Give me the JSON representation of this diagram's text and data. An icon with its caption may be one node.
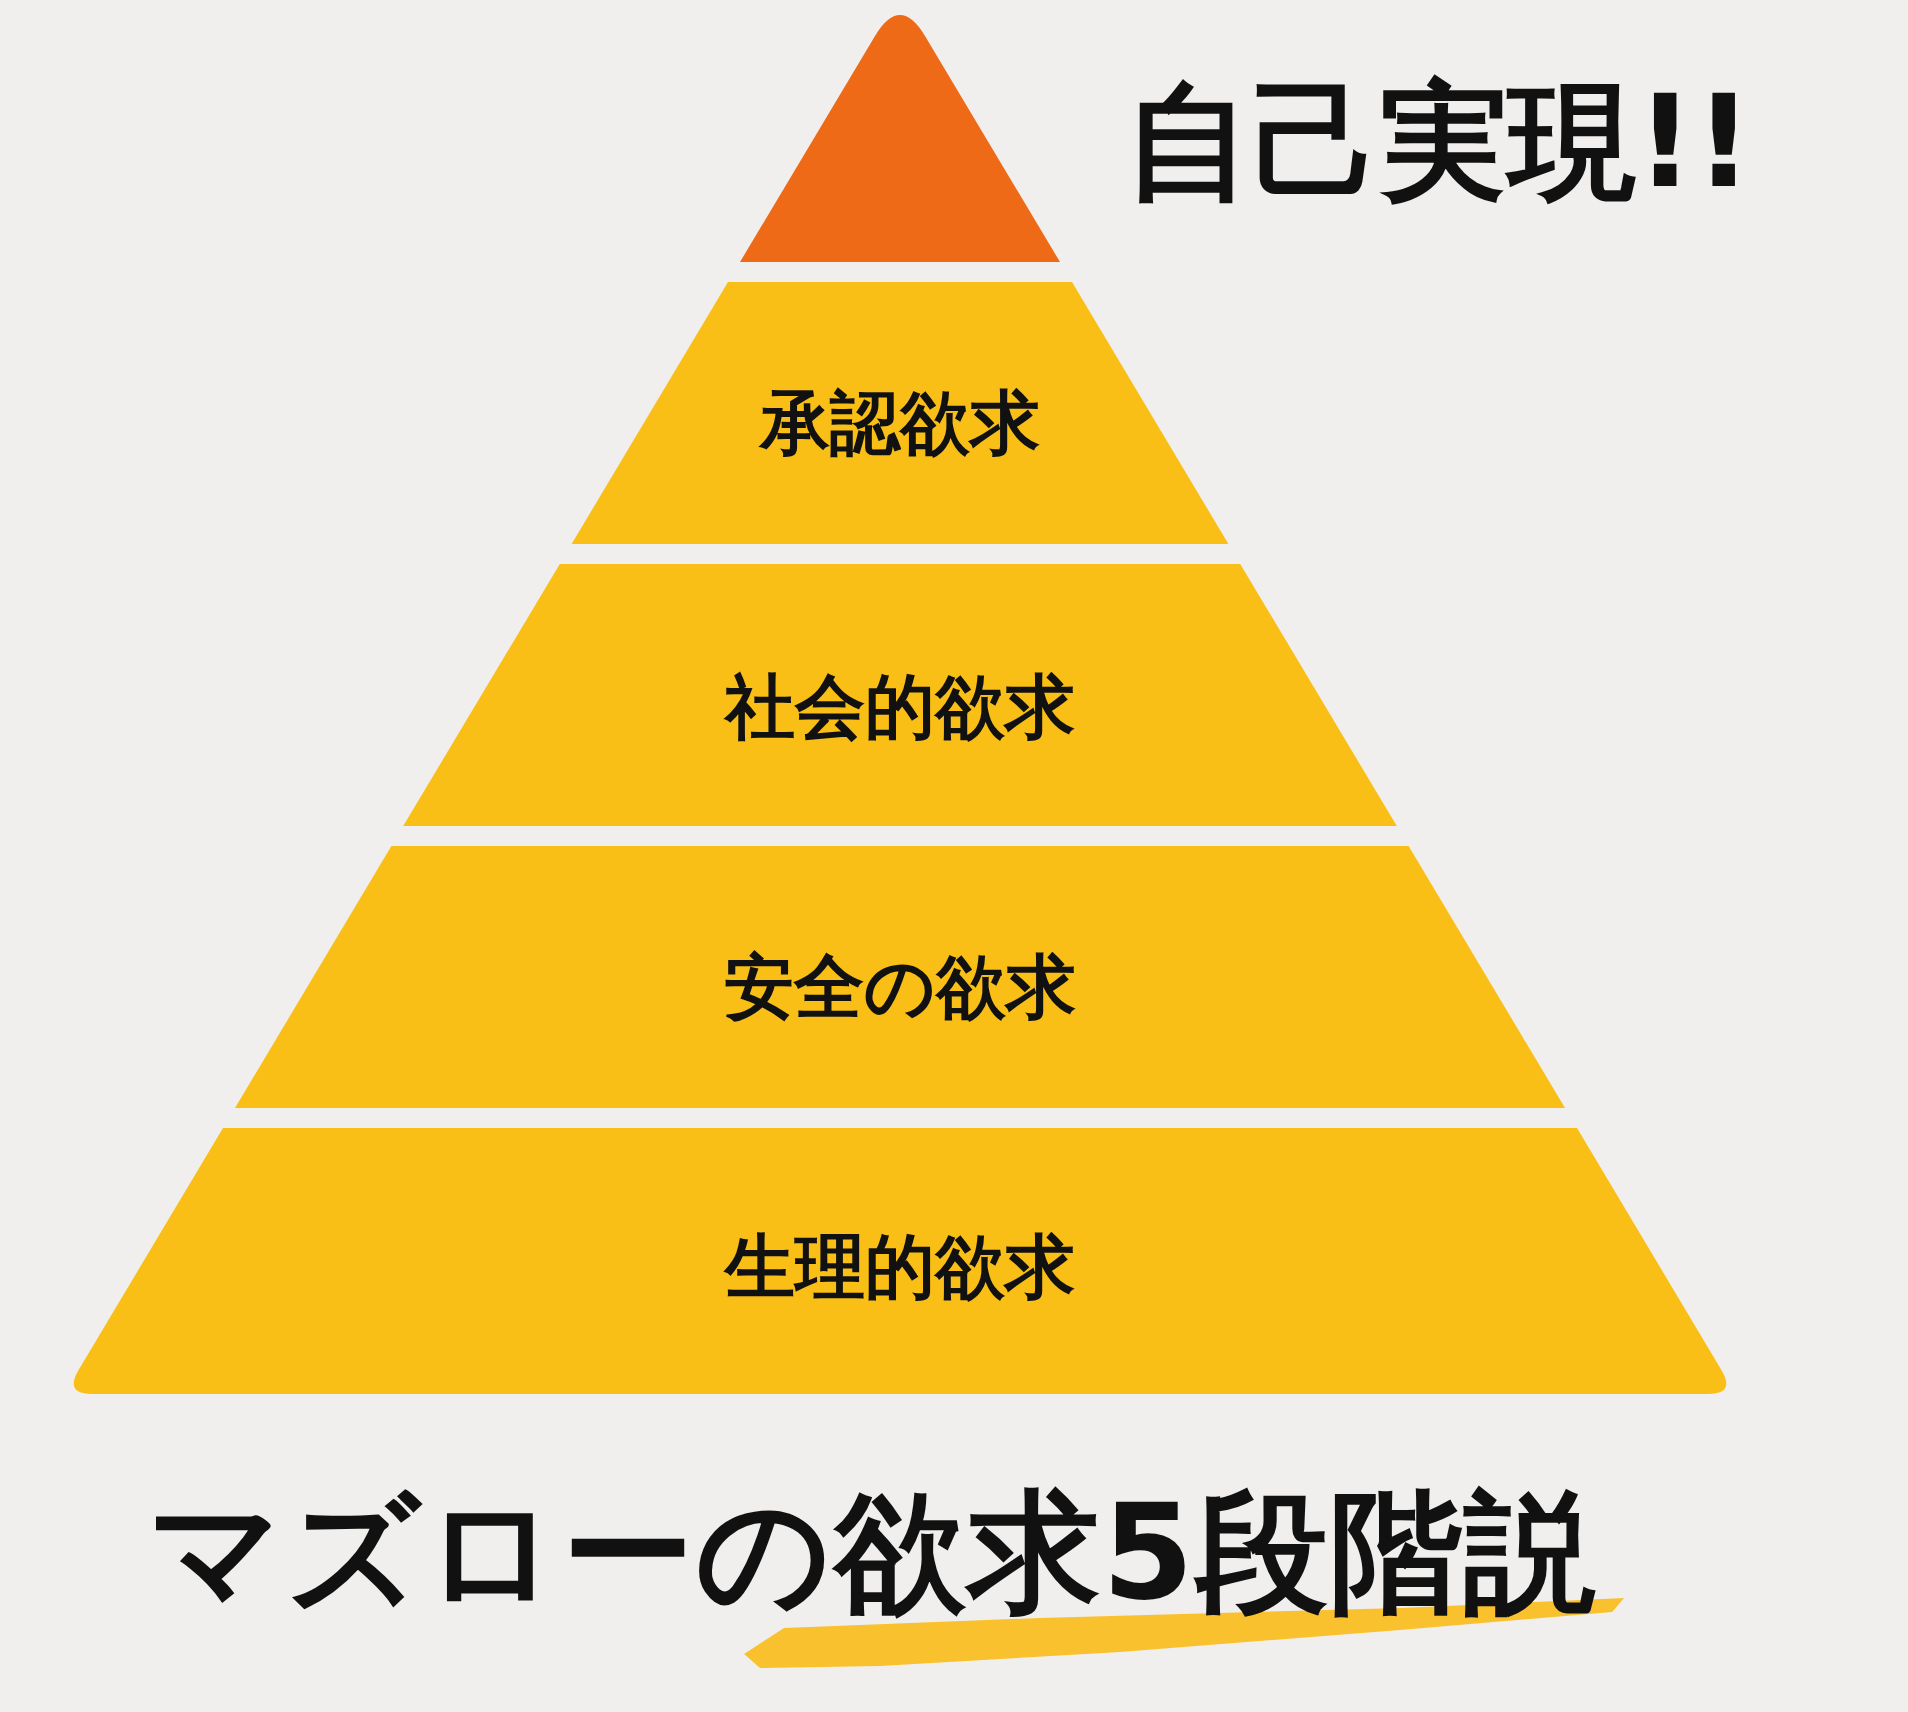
{
  "diagram": {
    "title": "マズローの欲求5段階説",
    "nodes": [
      {
        "text": [],
        "shape": "triangle",
        "beside": [
          "自己実現!!"
        ]
      },
      {
        "text": [
          "承認欲求"
        ]
      },
      {
        "text": [
          "社会的欲求"
        ]
      },
      {
        "text": [
          "安全の欲求"
        ]
      },
      {
        "text": [
          "生理的欲求"
        ]
      }
    ]
  }
}
